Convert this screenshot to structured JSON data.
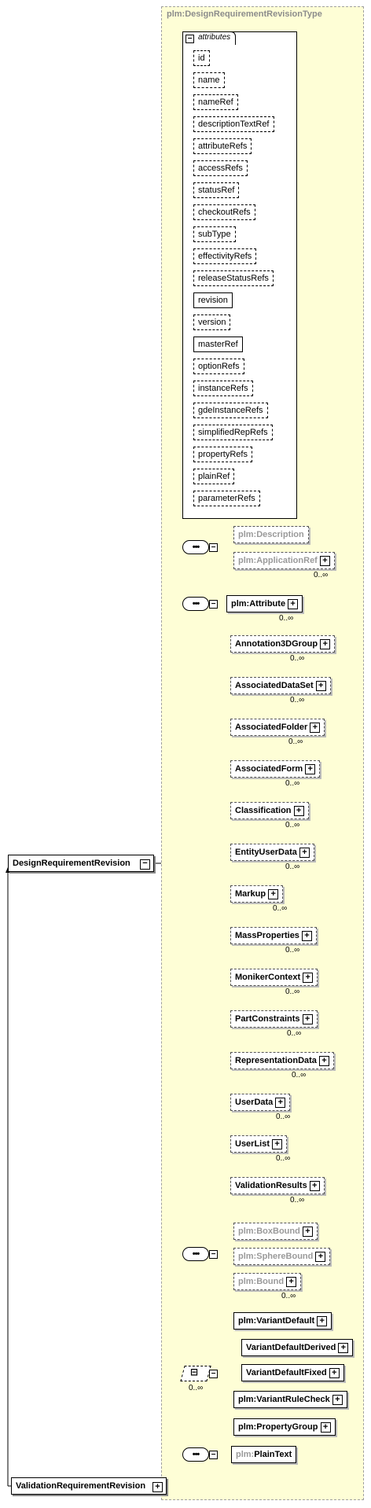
{
  "type_name": "plm:DesignRequirementRevisionType",
  "attributes_label": "attributes",
  "attributes": [
    {
      "name": "id",
      "required": false
    },
    {
      "name": "name",
      "required": false
    },
    {
      "name": "nameRef",
      "required": false
    },
    {
      "name": "descriptionTextRef",
      "required": false
    },
    {
      "name": "attributeRefs",
      "required": false
    },
    {
      "name": "accessRefs",
      "required": false
    },
    {
      "name": "statusRef",
      "required": false
    },
    {
      "name": "checkoutRefs",
      "required": false
    },
    {
      "name": "subType",
      "required": false
    },
    {
      "name": "effectivityRefs",
      "required": false
    },
    {
      "name": "releaseStatusRefs",
      "required": false
    },
    {
      "name": "revision",
      "required": true
    },
    {
      "name": "version",
      "required": false
    },
    {
      "name": "masterRef",
      "required": true
    },
    {
      "name": "optionRefs",
      "required": false
    },
    {
      "name": "instanceRefs",
      "required": false
    },
    {
      "name": "gdeInstanceRefs",
      "required": false
    },
    {
      "name": "simplifiedRepRefs",
      "required": false
    },
    {
      "name": "propertyRefs",
      "required": false
    },
    {
      "name": "plainRef",
      "required": false
    },
    {
      "name": "parameterRefs",
      "required": false
    }
  ],
  "seq1": {
    "description": {
      "ns": "plm:",
      "name": "Description"
    },
    "application_ref": {
      "ns": "plm:",
      "name": "ApplicationRef",
      "card": "0..∞"
    }
  },
  "seq2": {
    "attribute": {
      "ns": "plm:",
      "name": "Attribute",
      "card": "0..∞"
    },
    "substitutes": [
      {
        "name": "Annotation3DGroup",
        "card": "0..∞"
      },
      {
        "name": "AssociatedDataSet",
        "card": "0..∞"
      },
      {
        "name": "AssociatedFolder",
        "card": "0..∞"
      },
      {
        "name": "AssociatedForm",
        "card": "0..∞"
      },
      {
        "name": "Classification",
        "card": "0..∞"
      },
      {
        "name": "EntityUserData",
        "card": "0..∞"
      },
      {
        "name": "Markup",
        "card": "0..∞"
      },
      {
        "name": "MassProperties",
        "card": "0..∞"
      },
      {
        "name": "MonikerContext",
        "card": "0..∞"
      },
      {
        "name": "PartConstraints",
        "card": "0..∞"
      },
      {
        "name": "RepresentationData",
        "card": "0..∞"
      },
      {
        "name": "UserData",
        "card": "0..∞"
      },
      {
        "name": "UserList",
        "card": "0..∞"
      },
      {
        "name": "ValidationResults",
        "card": "0..∞"
      }
    ]
  },
  "seq3": {
    "box_bound": {
      "ns": "plm:",
      "name": "BoxBound"
    },
    "sphere_bound": {
      "ns": "plm:",
      "name": "SphereBound"
    },
    "bound": {
      "ns": "plm:",
      "name": "Bound",
      "card": "0..∞"
    }
  },
  "choice": {
    "card": "0..∞",
    "variant_default": {
      "ns": "plm:",
      "name": "VariantDefault"
    },
    "variant_default_derived": "VariantDefaultDerived",
    "variant_default_fixed": "VariantDefaultFixed",
    "variant_rule_check": {
      "ns": "plm:",
      "name": "VariantRuleCheck"
    },
    "property_group": {
      "ns": "plm:",
      "name": "PropertyGroup"
    }
  },
  "seq4": {
    "plain_text": {
      "ns": "plm:",
      "name": "PlainText"
    }
  },
  "root_element": "DesignRequirementRevision",
  "base_element": "ValidationRequirementRevision"
}
